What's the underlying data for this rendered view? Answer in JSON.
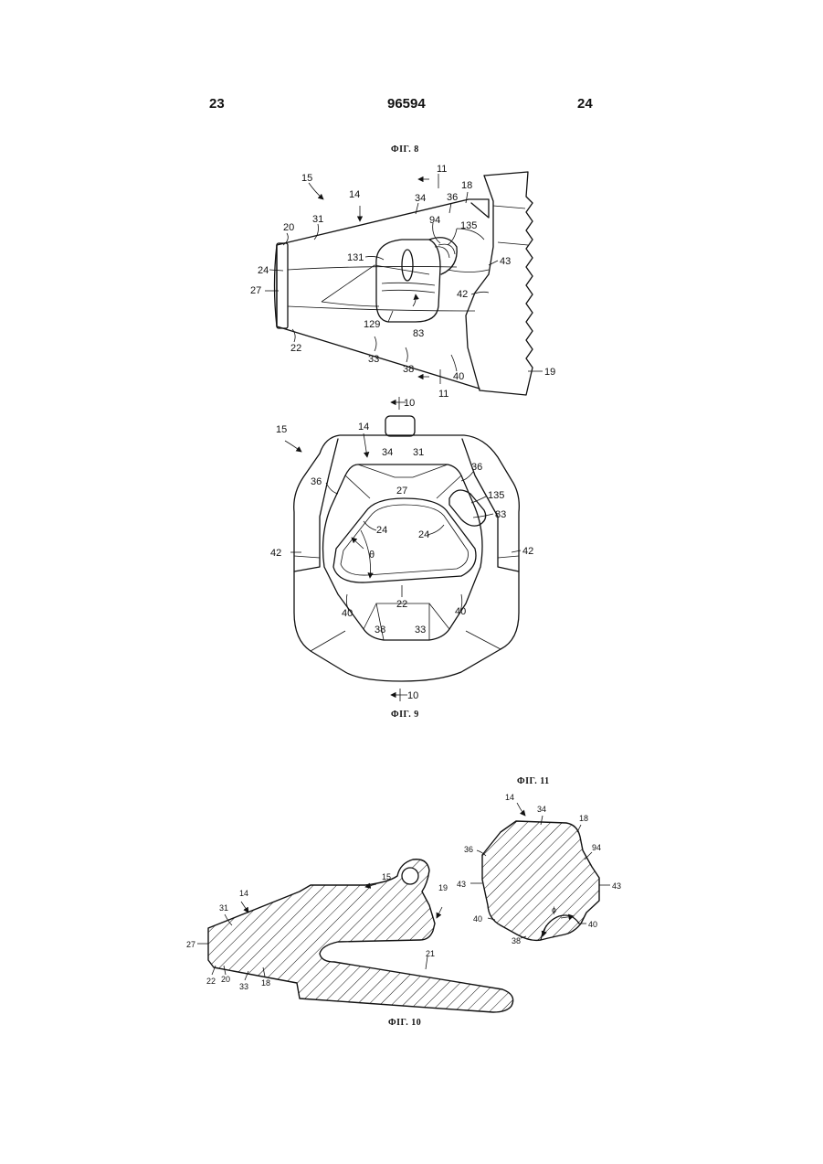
{
  "header": {
    "left_page": "23",
    "patent_number": "96594",
    "right_page": "24"
  },
  "captions": {
    "fig8": "ФІГ. 8",
    "fig9": "ФІГ. 9",
    "fig10": "ФІГ. 10",
    "fig11": "ФІГ. 11"
  },
  "fig8_labels": {
    "l15": "15",
    "l14": "14",
    "l11a": "11",
    "l34": "34",
    "l36": "36",
    "l18": "18",
    "l20": "20",
    "l31": "31",
    "l94": "94",
    "l135": "135",
    "l131": "131",
    "l24": "24",
    "l43": "43",
    "l27": "27",
    "l42": "42",
    "l129": "129",
    "l83": "83",
    "l22": "22",
    "l33": "33",
    "l38": "38",
    "l40": "40",
    "l19": "19",
    "l11b": "11"
  },
  "fig9_labels": {
    "l10a": "10",
    "l15": "15",
    "l14": "14",
    "l34": "34",
    "l31": "31",
    "l36a": "36",
    "l36b": "36",
    "l27": "27",
    "l135": "135",
    "l83": "83",
    "l24a": "24",
    "l24b": "24",
    "l42a": "42",
    "l42b": "42",
    "theta": "θ",
    "l22": "22",
    "l40a": "40",
    "l40b": "40",
    "l38": "38",
    "l33": "33",
    "l10b": "10"
  },
  "fig11_labels": {
    "l14": "14",
    "l34": "34",
    "l18": "18",
    "l36": "36",
    "l94": "94",
    "l43a": "43",
    "l43b": "43",
    "l40a": "40",
    "phi": "ϕ",
    "l40b": "40",
    "l38": "38"
  },
  "fig10_labels": {
    "l15": "15",
    "l19": "19",
    "l14": "14",
    "l31": "31",
    "l27": "27",
    "l21": "21",
    "l22": "22",
    "l20": "20",
    "l33": "33",
    "l18": "18"
  }
}
